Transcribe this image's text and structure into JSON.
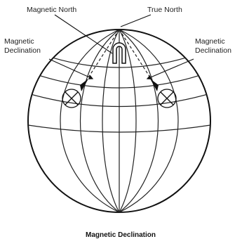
{
  "labels": {
    "magnetic_north": "Magnetic North",
    "true_north": "True North",
    "left_declination_line1": "Magnetic",
    "left_declination_line2": "Declination",
    "right_declination_line1": "Magnetic",
    "right_declination_line2": "Declination"
  },
  "caption": "Magnetic Declination"
}
